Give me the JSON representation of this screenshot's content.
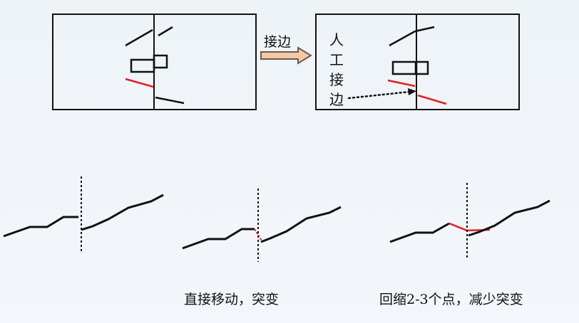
{
  "top": {
    "arrow_label": "接边",
    "manual_label_chars": [
      "人",
      "工",
      "接",
      "边"
    ]
  },
  "bottom": {
    "caption_middle": "直接移动，突变",
    "caption_right": "回缩2-3个点，减少突变"
  },
  "colors": {
    "line": "#111111",
    "highlight": "#e02020",
    "arrow_fill": "#f3c9a4",
    "arrow_stroke": "#6a5a50"
  }
}
